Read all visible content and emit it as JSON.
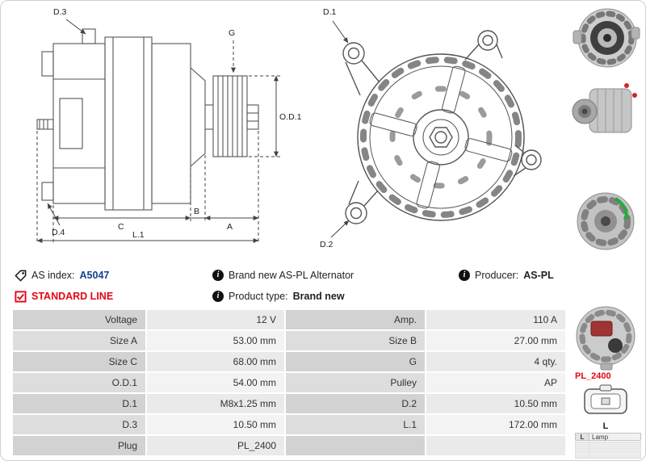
{
  "colors": {
    "accent_red": "#e30613",
    "index_navy": "#16418c"
  },
  "icons": {
    "info_glyph": "i",
    "tag_icon": "tag",
    "checkbox_icon": "checked-box"
  },
  "header": {
    "as_index_label": "AS index:",
    "as_index_value": "A5047",
    "standard_line": "STANDARD LINE",
    "brand_new_text": "Brand new AS-PL Alternator",
    "product_type_label": "Product type:",
    "product_type_value": "Brand new",
    "producer_label": "Producer:",
    "producer_value": "AS-PL"
  },
  "diagram_side": {
    "labels": {
      "d3": "D.3",
      "d4": "D.4",
      "g": "G",
      "od1": "O.D.1",
      "c": "C",
      "b": "B",
      "a": "A",
      "l1": "L.1"
    }
  },
  "diagram_front": {
    "labels": {
      "d1": "D.1",
      "d2": "D.2"
    }
  },
  "plug": {
    "code": "PL_2400",
    "pin_label": "L"
  },
  "legend": {
    "col1": "L",
    "col2": "Lamp"
  },
  "spec_table": {
    "rows": [
      {
        "label1": "Voltage",
        "value1": "12 V",
        "label2": "Amp.",
        "value2": "110 A"
      },
      {
        "label1": "Size A",
        "value1": "53.00 mm",
        "label2": "Size B",
        "value2": "27.00 mm"
      },
      {
        "label1": "Size C",
        "value1": "68.00 mm",
        "label2": "G",
        "value2": "4 qty."
      },
      {
        "label1": "O.D.1",
        "value1": "54.00 mm",
        "label2": "Pulley",
        "value2": "AP"
      },
      {
        "label1": "D.1",
        "value1": "M8x1.25 mm",
        "label2": "D.2",
        "value2": "10.50 mm"
      },
      {
        "label1": "D.3",
        "value1": "10.50 mm",
        "label2": "L.1",
        "value2": "172.00 mm"
      },
      {
        "label1": "Plug",
        "value1": "PL_2400",
        "label2": "",
        "value2": ""
      }
    ]
  }
}
